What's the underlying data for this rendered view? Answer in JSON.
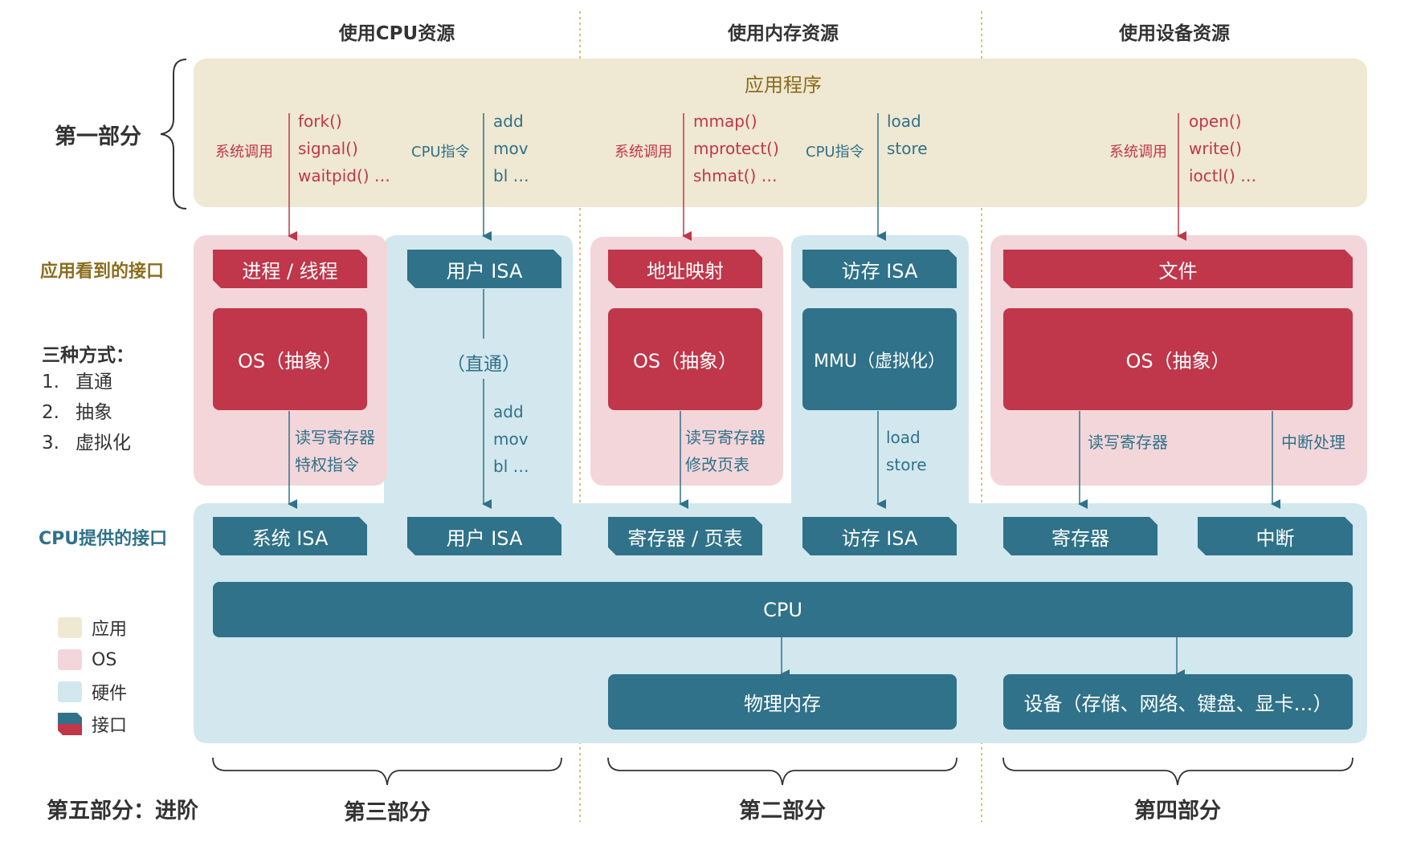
{
  "columns": {
    "cpu": "使用CPU资源",
    "mem": "使用内存资源",
    "dev": "使用设备资源"
  },
  "left": {
    "part1": "第一部分",
    "app_iface": "应用看到的接口",
    "three_ways_title": "三种方式：",
    "ways": [
      {
        "num": "1.",
        "text": "直通"
      },
      {
        "num": "2.",
        "text": "抽象"
      },
      {
        "num": "3.",
        "text": "虚拟化"
      }
    ],
    "cpu_iface": "CPU提供的接口",
    "part5": "第五部分：进阶"
  },
  "legend": [
    {
      "label": "应用",
      "color": "#efe8d2"
    },
    {
      "label": "OS",
      "color": "#f3d6da"
    },
    {
      "label": "硬件",
      "color": "#d3e7ee"
    },
    {
      "label": "接口",
      "color": "#2f7289"
    }
  ],
  "app": {
    "title": "应用程序",
    "cpu_syscall_label": "系统调用",
    "cpu_syscalls": [
      "fork()",
      "signal()",
      "waitpid() …"
    ],
    "cpu_instr_label": "CPU指令",
    "cpu_instrs": [
      "add",
      "mov",
      "bl …"
    ],
    "mem_syscall_label": "系统调用",
    "mem_syscalls": [
      "mmap()",
      "mprotect()",
      "shmat() …"
    ],
    "mem_instr_label": "CPU指令",
    "mem_instrs": [
      "load",
      "store"
    ],
    "dev_syscall_label": "系统调用",
    "dev_syscalls": [
      "open()",
      "write()",
      "ioctl() …"
    ]
  },
  "os_layer": {
    "process": "进程 / 线程",
    "os_abstract": "OS（抽象）",
    "user_isa": "用户 ISA",
    "direct": "（直通）",
    "direct_instrs": [
      "add",
      "mov",
      "bl …"
    ],
    "cpu_ops": [
      "读写寄存器",
      "特权指令"
    ],
    "addr_map": "地址映射",
    "mem_os": "OS（抽象）",
    "mem_ops": [
      "读写寄存器",
      "修改页表"
    ],
    "access_isa": "访存 ISA",
    "mmu": "MMU（虚拟化）",
    "mmu_instrs": [
      "load",
      "store"
    ],
    "file": "文件",
    "dev_os": "OS（抽象）",
    "dev_op_reg": "读写寄存器",
    "dev_op_int": "中断处理"
  },
  "hw_layer": {
    "sys_isa": "系统 ISA",
    "user_isa": "用户 ISA",
    "reg_page": "寄存器 / 页表",
    "access_isa": "访存 ISA",
    "register": "寄存器",
    "interrupt": "中断",
    "cpu": "CPU",
    "phys_mem": "物理内存",
    "devices": "设备（存储、网络、键盘、显卡…）"
  },
  "bottom": {
    "part3": "第三部分",
    "part2": "第二部分",
    "part4": "第四部分"
  }
}
